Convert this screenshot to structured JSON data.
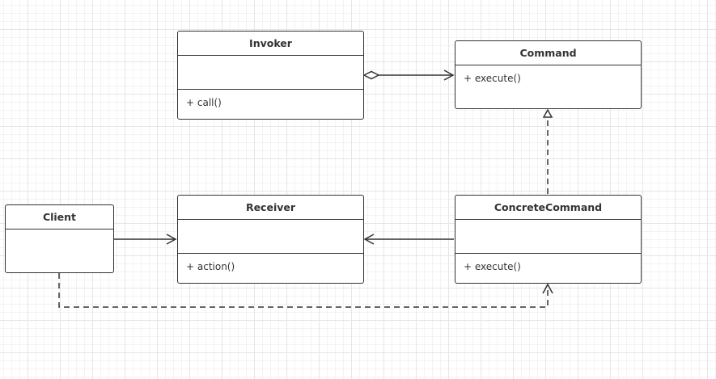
{
  "colors": {
    "stroke": "#333333",
    "grid": "#e6e6e6",
    "background": "#ffffff"
  },
  "classes": {
    "invoker": {
      "name": "Invoker",
      "methods": [
        "+ call()"
      ]
    },
    "command": {
      "name": "Command",
      "methods": [
        "+ execute()"
      ]
    },
    "receiver": {
      "name": "Receiver",
      "methods": [
        "+ action()"
      ]
    },
    "concrete_command": {
      "name": "ConcreteCommand",
      "methods": [
        "+ execute()"
      ]
    },
    "client": {
      "name": "Client",
      "methods": []
    }
  },
  "relations": [
    {
      "type": "aggregation",
      "from": "invoker",
      "to": "command"
    },
    {
      "type": "realization",
      "from": "concrete_command",
      "to": "command"
    },
    {
      "type": "association",
      "from": "client",
      "to": "receiver"
    },
    {
      "type": "association",
      "from": "concrete_command",
      "to": "receiver"
    },
    {
      "type": "dependency",
      "from": "client",
      "to": "concrete_command"
    }
  ]
}
